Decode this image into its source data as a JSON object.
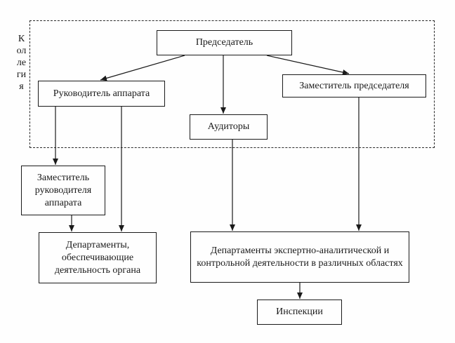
{
  "diagram": {
    "collegium_label": "Коллегия",
    "nodes": {
      "chairman": {
        "label": "Председатель"
      },
      "head_of_staff": {
        "label": "Руководитель аппарата"
      },
      "auditors": {
        "label": "Аудиторы"
      },
      "deputy_chairman": {
        "label": "Заместитель председателя"
      },
      "deputy_head_of_staff": {
        "label": "Заместитель руководителя аппарата"
      },
      "support_departments": {
        "label": "Департаменты, обеспечивающие деятельность органа"
      },
      "expert_departments": {
        "label": "Департаменты экспертно-аналитической и контрольной деятельности в различных областях"
      },
      "inspections": {
        "label": "Инспекции"
      }
    },
    "edges": [
      {
        "from": "chairman",
        "to": "head_of_staff"
      },
      {
        "from": "chairman",
        "to": "auditors"
      },
      {
        "from": "chairman",
        "to": "deputy_chairman"
      },
      {
        "from": "head_of_staff",
        "to": "deputy_head_of_staff"
      },
      {
        "from": "head_of_staff",
        "to": "support_departments"
      },
      {
        "from": "deputy_head_of_staff",
        "to": "support_departments"
      },
      {
        "from": "auditors",
        "to": "expert_departments"
      },
      {
        "from": "deputy_chairman",
        "to": "expert_departments"
      },
      {
        "from": "expert_departments",
        "to": "inspections"
      }
    ],
    "colors": {
      "line": "#1a1a1a",
      "box_border": "#1a1a1a",
      "background": "#fefefe",
      "text": "#1a1a1a"
    }
  }
}
